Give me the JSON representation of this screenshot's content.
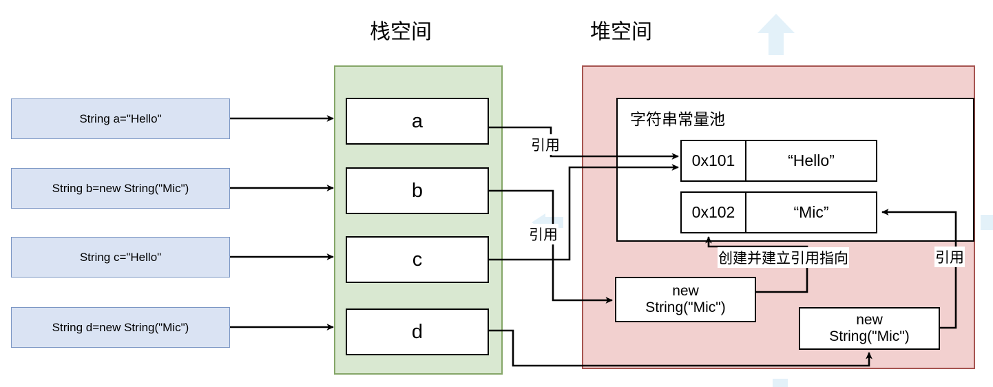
{
  "diagram": {
    "title": "Java String stack and heap memory diagram",
    "headers": {
      "stack": "栈空间",
      "heap": "堆空间"
    },
    "declarations": [
      {
        "id": "a",
        "text": "String  a=\"Hello\""
      },
      {
        "id": "b",
        "text": "String  b=new String(\"Mic\")"
      },
      {
        "id": "c",
        "text": "String  c=\"Hello\""
      },
      {
        "id": "d",
        "text": "String  d=new String(\"Mic\")"
      }
    ],
    "stack_slots": [
      {
        "label": "a"
      },
      {
        "label": "b"
      },
      {
        "label": "c"
      },
      {
        "label": "d"
      }
    ],
    "pool": {
      "title": "字符串常量池",
      "rows": [
        {
          "address": "0x101",
          "value": "“Hello”"
        },
        {
          "address": "0x102",
          "value": "“Mic”"
        }
      ]
    },
    "heap_objects": [
      {
        "line1": "new",
        "line2": "String(\"Mic\")"
      },
      {
        "line1": "new",
        "line2": "String(\"Mic\")"
      }
    ],
    "edge_labels": {
      "ref_a": "引用",
      "ref_b": "引用",
      "create_and_ref": "创建并建立引用指向",
      "ref_right": "引用"
    },
    "colors": {
      "declaration_fill": "#dae3f3",
      "declaration_stroke": "#7b96c4",
      "stack_fill": "#d9e8d1",
      "stack_stroke": "#85a668",
      "heap_fill": "#f2d0cf",
      "heap_stroke": "#a65450",
      "box_stroke": "#000000",
      "watermark": "#e3f1f9"
    }
  }
}
